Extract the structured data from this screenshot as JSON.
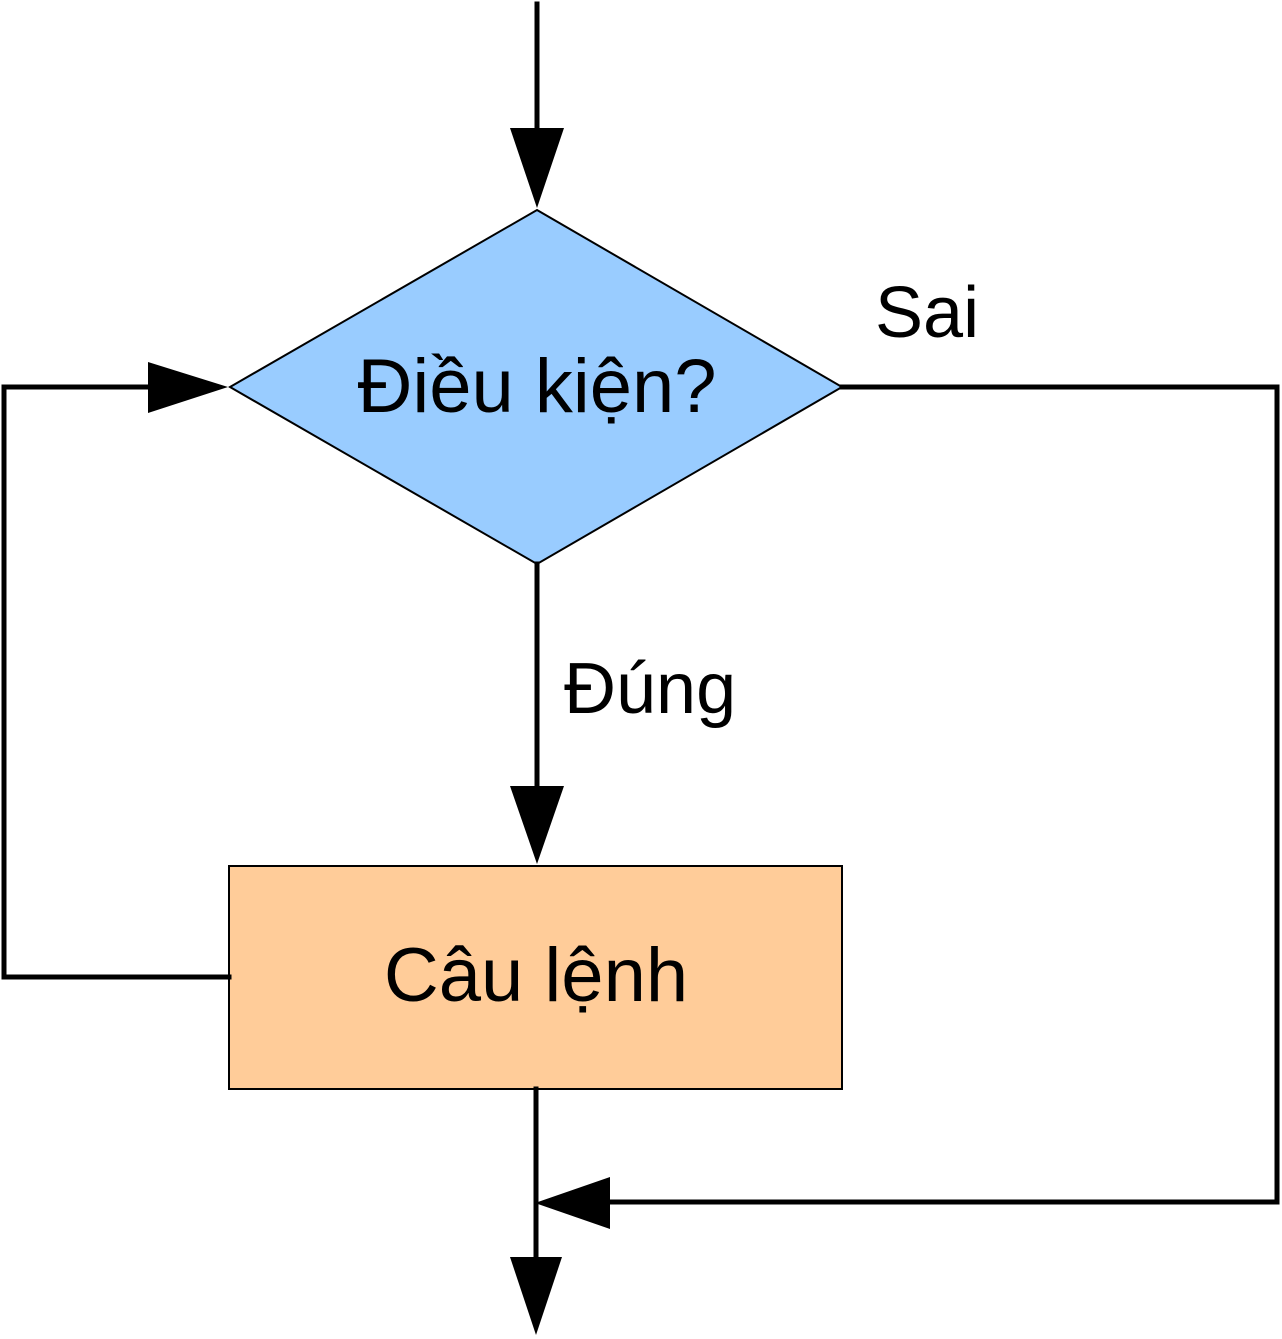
{
  "nodes": {
    "condition": {
      "label": "Điều kiện?"
    },
    "statement": {
      "label": "Câu lệnh"
    }
  },
  "edges": {
    "false_label": "Sai",
    "true_label": "Đúng"
  },
  "colors": {
    "condition_fill": "#99CCFF",
    "statement_fill": "#FFCC99",
    "line": "#000000"
  }
}
